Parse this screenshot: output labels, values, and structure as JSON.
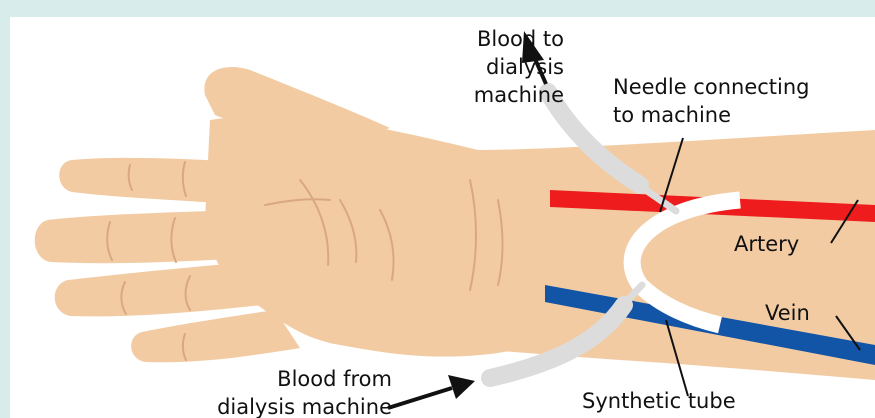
{
  "labels": {
    "blood_to": "Blood to\ndialysis machine",
    "needle": "Needle connecting\nto machine",
    "artery": "Artery",
    "vein": "Vein",
    "blood_from": "Blood from\ndialysis machine",
    "synthetic_tube": "Synthetic tube"
  },
  "colors": {
    "background": "#d7eceb",
    "skin": "#f2cba3",
    "skin_crease": "#d9a882",
    "artery": "#ee1c1c",
    "vein": "#1254a6",
    "tube": "#ffffff",
    "needle_tubing": "#dcdcdc",
    "text": "#111111"
  }
}
